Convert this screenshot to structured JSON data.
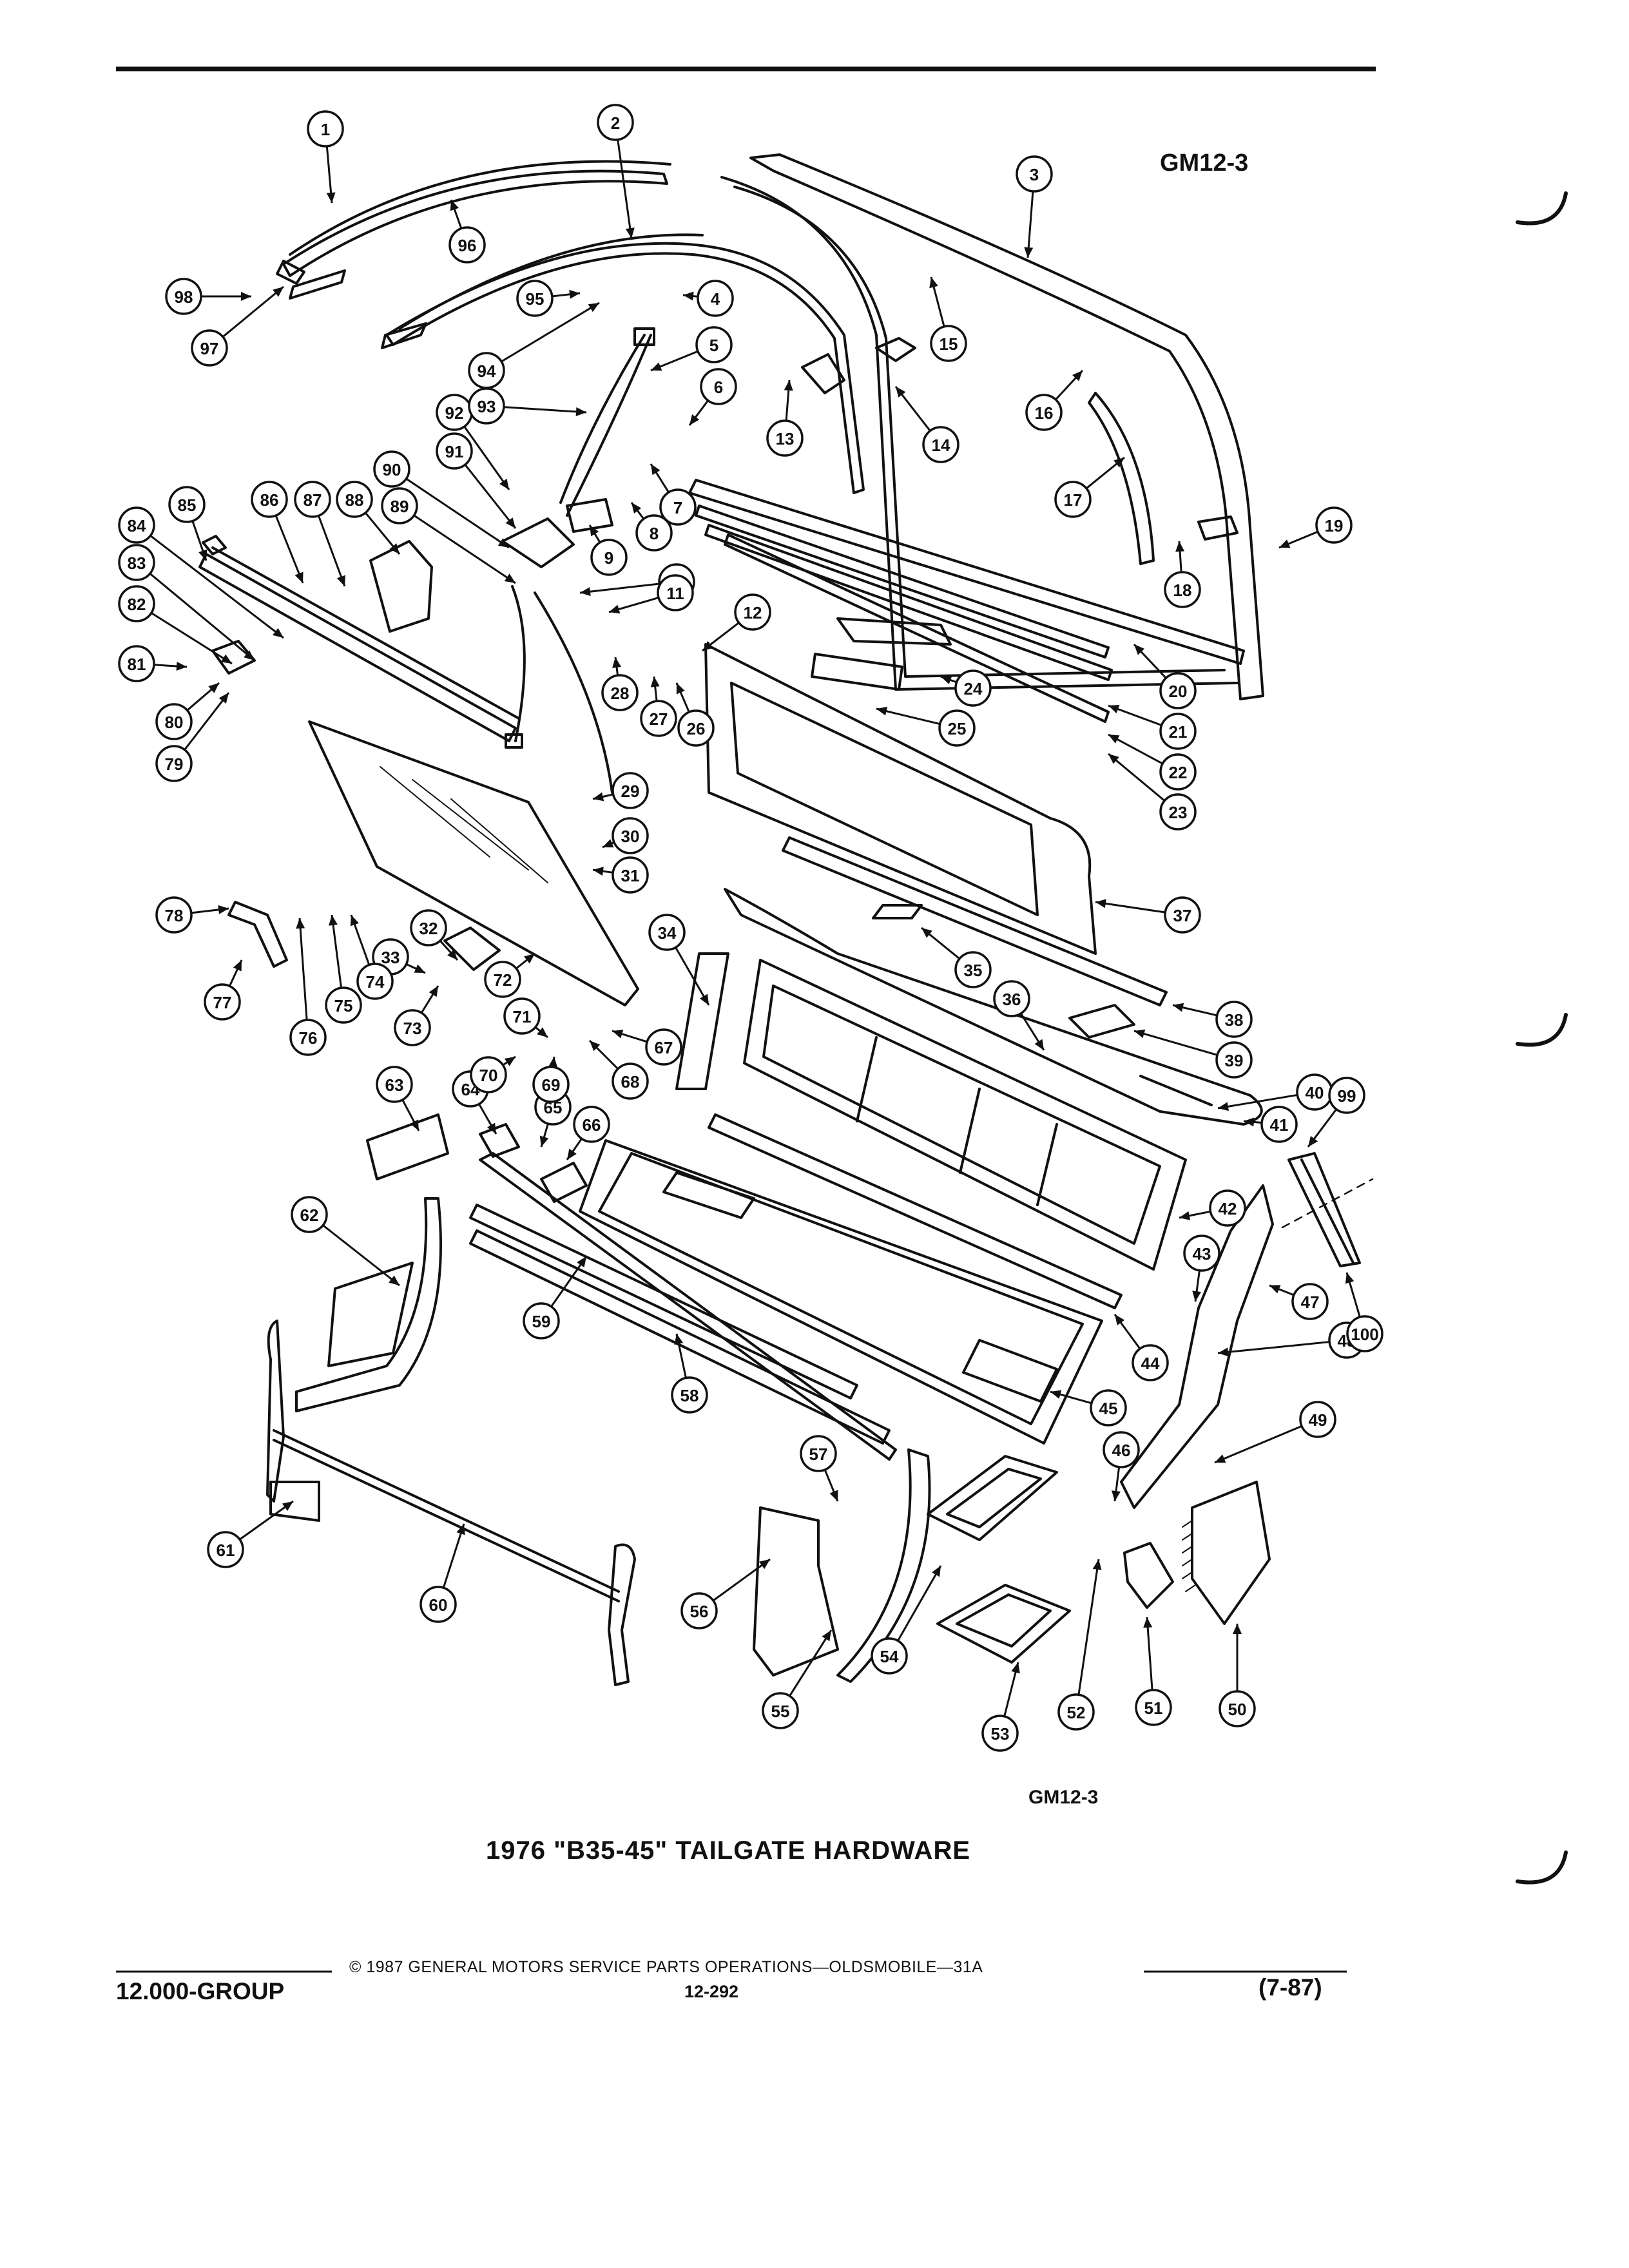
{
  "header": {
    "figure_code_top": "GM12-3",
    "figure_code_bottom": "GM12-3"
  },
  "caption": {
    "title": "1976 \"B35-45\" TAILGATE HARDWARE"
  },
  "footer": {
    "copyright": "© 1987 GENERAL MOTORS SERVICE PARTS OPERATIONS—OLDSMOBILE—31A",
    "group": "12.000-GROUP",
    "page_number": "12-292",
    "revision_date": "(7-87)"
  },
  "callouts": [
    "1",
    "2",
    "3",
    "4",
    "5",
    "6",
    "7",
    "8",
    "9",
    "10",
    "11",
    "12",
    "13",
    "14",
    "15",
    "16",
    "17",
    "18",
    "19",
    "20",
    "21",
    "22",
    "23",
    "24",
    "25",
    "26",
    "27",
    "28",
    "29",
    "30",
    "31",
    "32",
    "33",
    "34",
    "35",
    "36",
    "37",
    "38",
    "39",
    "40",
    "41",
    "42",
    "43",
    "44",
    "45",
    "46",
    "47",
    "48",
    "49",
    "50",
    "51",
    "52",
    "53",
    "54",
    "55",
    "56",
    "57",
    "58",
    "59",
    "60",
    "61",
    "62",
    "63",
    "64",
    "65",
    "66",
    "67",
    "68",
    "69",
    "70",
    "71",
    "72",
    "73",
    "74",
    "75",
    "76",
    "77",
    "78",
    "79",
    "80",
    "81",
    "82",
    "83",
    "84",
    "85",
    "86",
    "87",
    "88",
    "89",
    "90",
    "91",
    "92",
    "93",
    "94",
    "95",
    "96",
    "97",
    "98",
    "99",
    "100"
  ]
}
